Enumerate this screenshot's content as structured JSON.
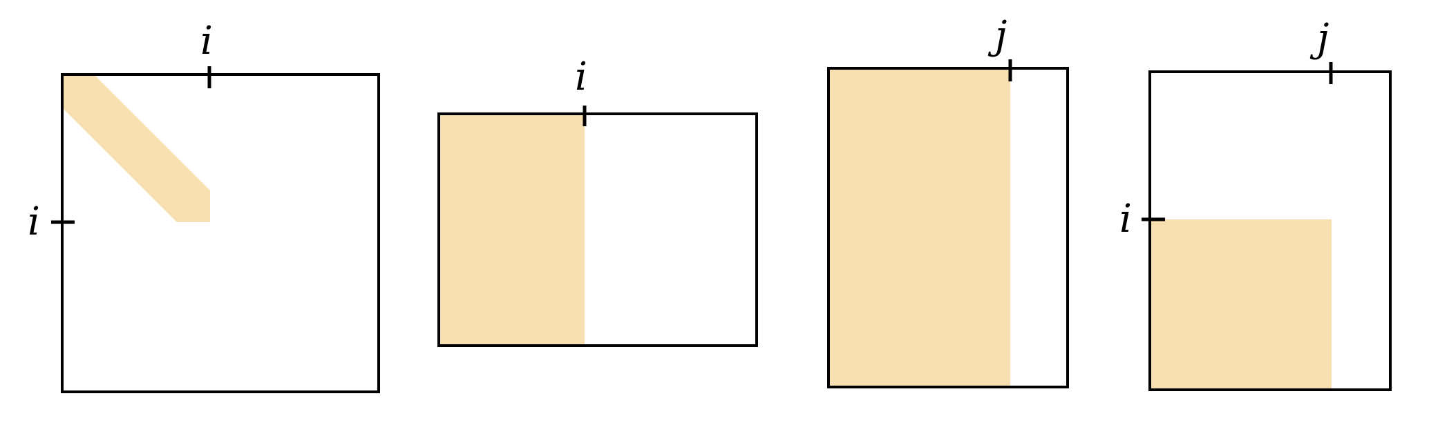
{
  "colors": {
    "shade": "#F8DFB1",
    "frame": "#000000"
  },
  "panels": [
    {
      "top_label": "i",
      "left_label": "i",
      "fill": "diagonal-band"
    },
    {
      "top_label": "i",
      "fill": "left-columns"
    },
    {
      "top_label": "j",
      "fill": "left-columns"
    },
    {
      "top_label": "j",
      "left_label": "i",
      "fill": "lower-left-block"
    }
  ]
}
